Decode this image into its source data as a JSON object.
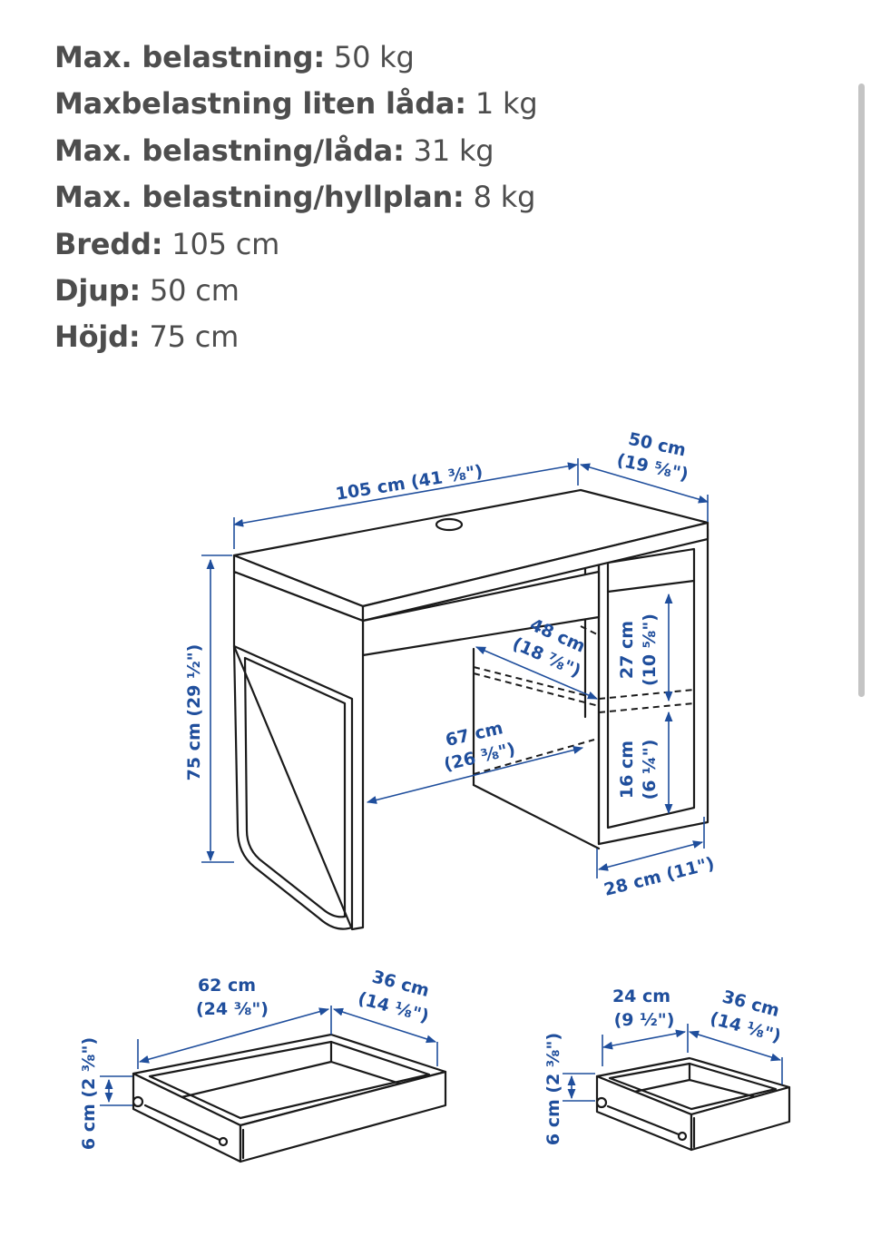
{
  "specs": [
    {
      "label": "Max. belastning:",
      "value": "50 kg"
    },
    {
      "label": "Maxbelastning liten låda:",
      "value": "1 kg"
    },
    {
      "label": "Max. belastning/låda:",
      "value": "31 kg"
    },
    {
      "label": "Max. belastning/hyllplan:",
      "value": "8 kg"
    },
    {
      "label": "Bredd:",
      "value": "105 cm"
    },
    {
      "label": "Djup:",
      "value": "50 cm"
    },
    {
      "label": "Höjd:",
      "value": "75 cm"
    }
  ],
  "dimensions": {
    "desk_width": "105 cm (41 ⅜\")",
    "desk_depth_cm": "50 cm",
    "desk_depth_in": "(19 ⅝\")",
    "desk_height": "75 cm (29 ½\")",
    "shelf_depth_cm": "48 cm",
    "shelf_depth_in": "(18 ⅞\")",
    "inner_width_cm": "67 cm",
    "inner_width_in": "(26 ⅜\")",
    "upper_height_cm": "27 cm",
    "upper_height_in": "(10 ⅝\")",
    "lower_height_cm": "16 cm",
    "lower_height_in": "(6 ¼\")",
    "side_width": "28 cm (11\")",
    "big_drawer_width_cm": "62 cm",
    "big_drawer_width_in": "(24 ⅜\")",
    "big_drawer_depth_cm": "36 cm",
    "big_drawer_depth_in": "(14 ⅛\")",
    "big_drawer_height": "6 cm (2 ⅜\")",
    "small_drawer_width_cm": "24 cm",
    "small_drawer_width_in": "(9 ½\")",
    "small_drawer_depth_cm": "36 cm",
    "small_drawer_depth_in": "(14 ⅛\")",
    "small_drawer_height": "6 cm (2 ⅜\")"
  },
  "colors": {
    "text": "#4d4d4d",
    "dimension": "#1f4e9c",
    "line": "#1a1a1a"
  }
}
